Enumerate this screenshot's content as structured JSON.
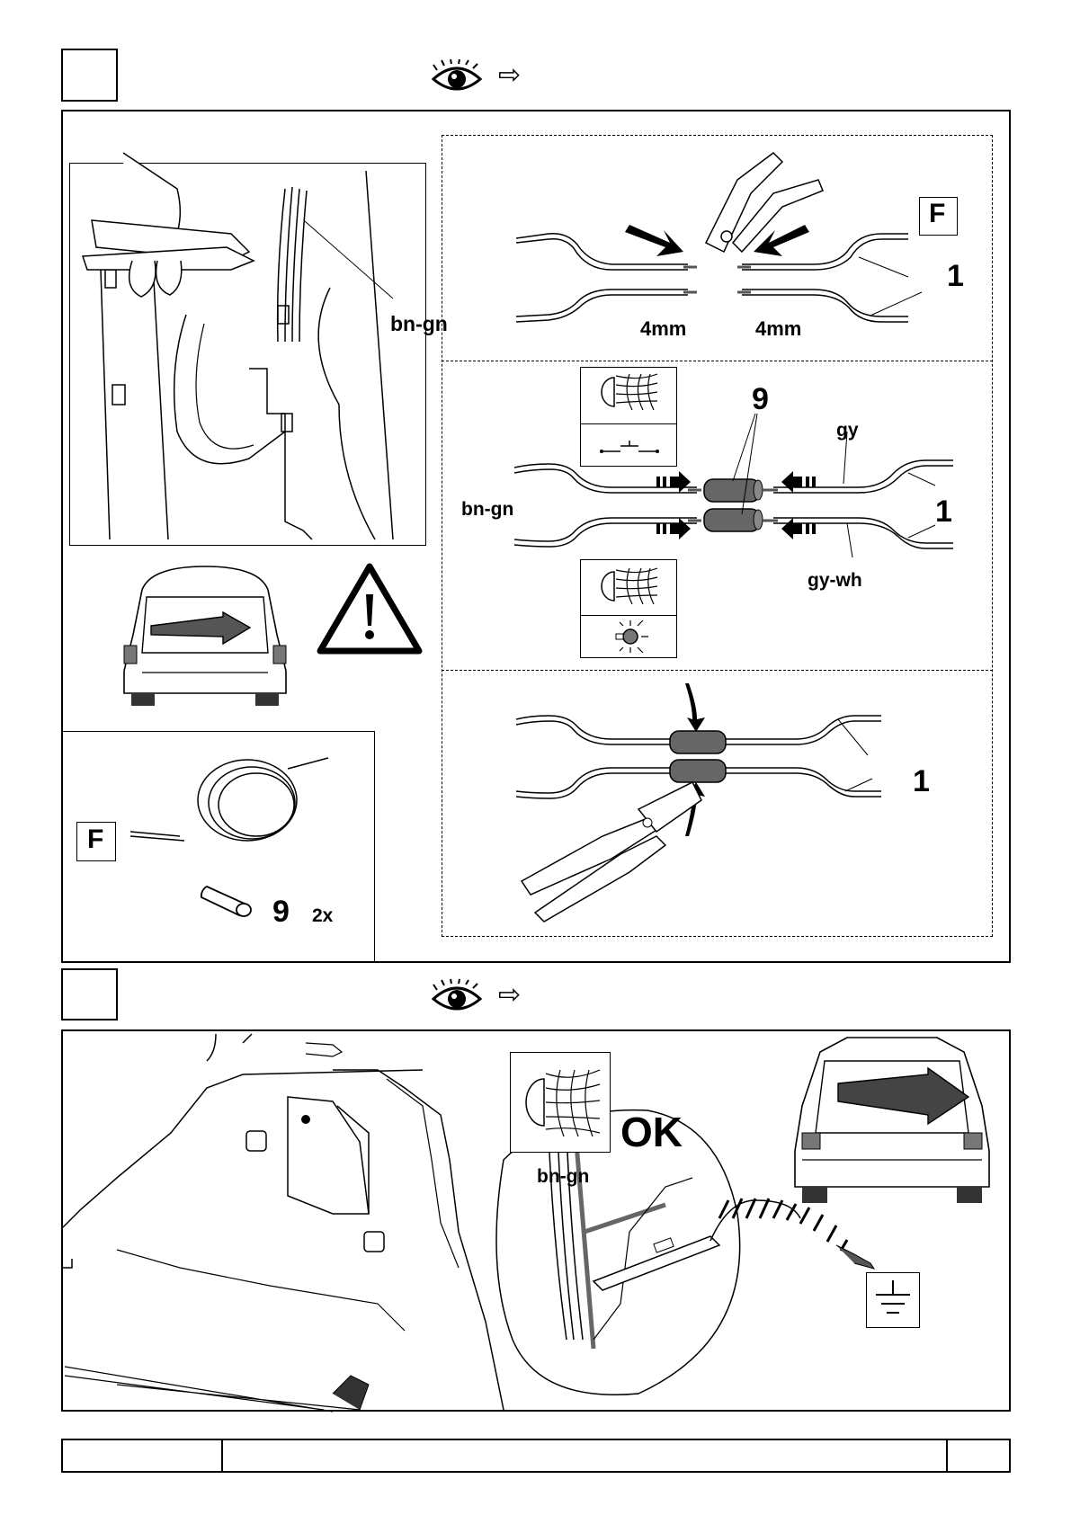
{
  "step1": {
    "view_arrow": "⇨",
    "panel_f": {
      "badge": "F",
      "callout_1": "1",
      "strip_left": "4mm",
      "strip_right": "4mm"
    },
    "panel_connect": {
      "callout_9": "9",
      "callout_1": "1",
      "wire_left": "bn-gn",
      "wire_top_right": "gy",
      "wire_bottom_right": "gy-wh"
    },
    "panel_crimp": {
      "callout_1": "1"
    },
    "left_photo": {
      "wire_label": "bn-gn"
    },
    "parts": {
      "badge": "F",
      "callout_9": "9",
      "quantity": "2x"
    }
  },
  "step2": {
    "view_arrow": "⇨",
    "ok_label": "OK",
    "wire_label": "bn-gn"
  },
  "colors": {
    "ink": "#000000",
    "paper": "#ffffff",
    "tube": "#555555"
  },
  "icons": [
    "eye-icon",
    "arrow-right-icon",
    "warning-icon",
    "fog-lamp-icon",
    "switch-icon",
    "bulb-icon",
    "ground-icon",
    "pliers-icon",
    "crimp-tool-icon",
    "test-lamp-icon"
  ]
}
